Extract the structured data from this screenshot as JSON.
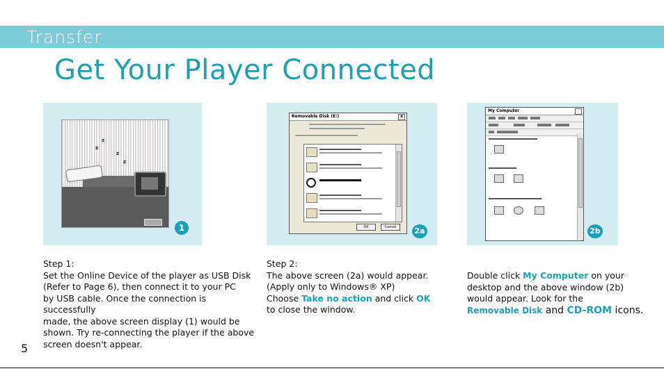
{
  "section": {
    "label": "Transfer",
    "color": "#7ecbd8"
  },
  "page_title": "Get Your Player Connected",
  "accent_color": "#1aa1b3",
  "figures": {
    "fig1": {
      "badge": "1"
    },
    "fig2a": {
      "badge": "2a",
      "window_title": "Removable Disk (E:)",
      "close_glyph": "x",
      "cancel_label": "Cancel"
    },
    "fig2b": {
      "badge": "2b",
      "window_title": "My Computer"
    }
  },
  "step1": {
    "heading": "Step 1:",
    "lines": [
      "Set the Online Device of the player as USB Disk",
      "(Refer to Page 6), then connect it to your PC",
      "by USB cable. Once the connection is successfully",
      "made, the above screen display (1) would be",
      "shown. Try re-connecting the player if the above",
      "screen doesn't appear."
    ]
  },
  "step2": {
    "heading": "Step 2:",
    "line1": "The above screen (2a) would appear.",
    "line2": "(Apply only to Windows® XP)",
    "choose_prefix": "Choose ",
    "choose_option": "Take no action",
    "choose_middle": " and click ",
    "ok_label": "OK",
    "line4": "to close the window."
  },
  "step3": {
    "l1_prefix": "Double click ",
    "l1_highlight": "My Computer",
    "l1_suffix": " on your",
    "line2": "desktop and the above window (2b)",
    "line3": "would appear. Look for the",
    "removable_disk": "Removable Disk",
    "and_word": " and ",
    "cd_rom": "CD-ROM",
    "icons_word": " icons."
  },
  "page_number": "5"
}
